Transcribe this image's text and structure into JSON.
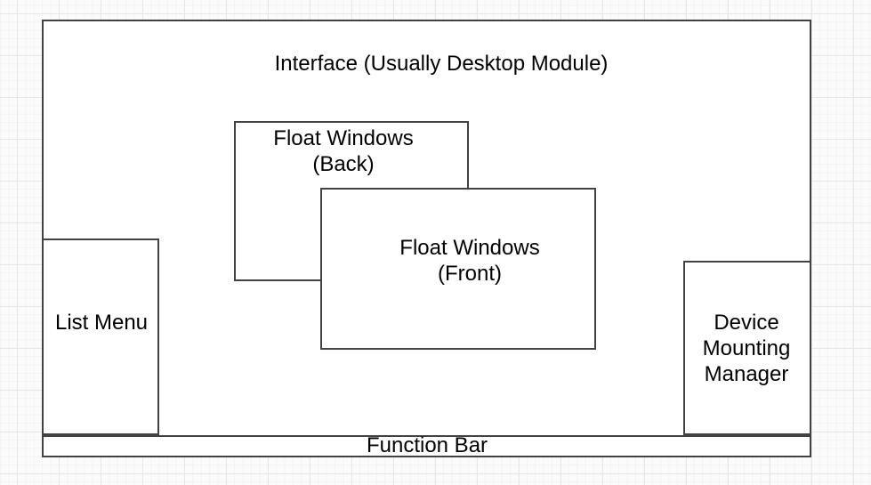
{
  "diagram": {
    "interface": {
      "label": "Interface (Usually Desktop Module)"
    },
    "float_window_back": {
      "line1": "Float Windows",
      "line2": "(Back)"
    },
    "float_window_front": {
      "line1": "Float Windows",
      "line2": "(Front)"
    },
    "list_menu": {
      "label": "List Menu"
    },
    "device_mounting_manager": {
      "line1": "Device",
      "line2": "Mounting",
      "line3": "Manager"
    },
    "function_bar": {
      "label": "Function Bar"
    }
  },
  "colors": {
    "shape_border": "#424242",
    "shape_fill": "#ffffff",
    "text": "#000000",
    "grid_minor": "#f3f3f3",
    "grid_major": "#e7e7e7",
    "canvas_background": "#fbfbfb"
  }
}
